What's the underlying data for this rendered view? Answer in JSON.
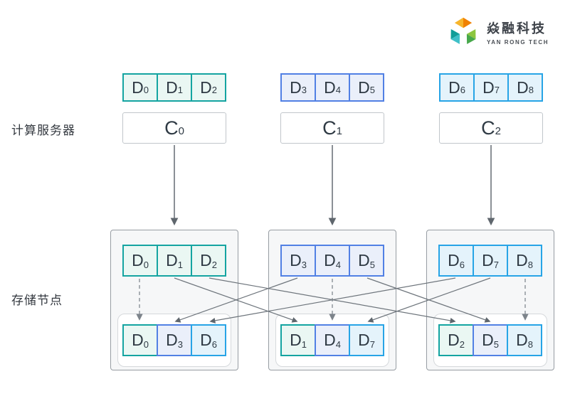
{
  "logo": {
    "title": "焱融科技",
    "subtitle": "YAN RONG TECH"
  },
  "labels": {
    "compute": "计算服务器",
    "storage": "存储节点"
  },
  "colors": {
    "teal": "#14a4a1",
    "teal_bg": "#eaf7f3",
    "blue": "#5180e4",
    "blue_bg": "#eaeffa",
    "cyan": "#27a4e6",
    "cyan_bg": "#e4f3fb",
    "arrow": "#6e757c",
    "dashed_arrow": "#8a9198",
    "node_bg": "#f6f7f8",
    "node_border": "#979da3"
  },
  "compute": [
    {
      "server": {
        "letter": "C",
        "sub": "0"
      },
      "blocks": [
        {
          "letter": "D",
          "sub": "0",
          "tone": "teal"
        },
        {
          "letter": "D",
          "sub": "1",
          "tone": "teal"
        },
        {
          "letter": "D",
          "sub": "2",
          "tone": "teal"
        }
      ]
    },
    {
      "server": {
        "letter": "C",
        "sub": "1"
      },
      "blocks": [
        {
          "letter": "D",
          "sub": "3",
          "tone": "blue"
        },
        {
          "letter": "D",
          "sub": "4",
          "tone": "blue"
        },
        {
          "letter": "D",
          "sub": "5",
          "tone": "blue"
        }
      ]
    },
    {
      "server": {
        "letter": "C",
        "sub": "2"
      },
      "blocks": [
        {
          "letter": "D",
          "sub": "6",
          "tone": "cyan"
        },
        {
          "letter": "D",
          "sub": "7",
          "tone": "cyan"
        },
        {
          "letter": "D",
          "sub": "8",
          "tone": "cyan"
        }
      ]
    }
  ],
  "storage": [
    {
      "top": [
        {
          "letter": "D",
          "sub": "0",
          "tone": "teal"
        },
        {
          "letter": "D",
          "sub": "1",
          "tone": "teal"
        },
        {
          "letter": "D",
          "sub": "2",
          "tone": "teal"
        }
      ],
      "bottom": [
        {
          "letter": "D",
          "sub": "0",
          "tone": "teal"
        },
        {
          "letter": "D",
          "sub": "3",
          "tone": "blue"
        },
        {
          "letter": "D",
          "sub": "6",
          "tone": "cyan"
        }
      ]
    },
    {
      "top": [
        {
          "letter": "D",
          "sub": "3",
          "tone": "blue"
        },
        {
          "letter": "D",
          "sub": "4",
          "tone": "blue"
        },
        {
          "letter": "D",
          "sub": "5",
          "tone": "blue"
        }
      ],
      "bottom": [
        {
          "letter": "D",
          "sub": "1",
          "tone": "teal"
        },
        {
          "letter": "D",
          "sub": "4",
          "tone": "blue"
        },
        {
          "letter": "D",
          "sub": "7",
          "tone": "cyan"
        }
      ]
    },
    {
      "top": [
        {
          "letter": "D",
          "sub": "6",
          "tone": "cyan"
        },
        {
          "letter": "D",
          "sub": "7",
          "tone": "cyan"
        },
        {
          "letter": "D",
          "sub": "8",
          "tone": "cyan"
        }
      ],
      "bottom": [
        {
          "letter": "D",
          "sub": "2",
          "tone": "teal"
        },
        {
          "letter": "D",
          "sub": "5",
          "tone": "blue"
        },
        {
          "letter": "D",
          "sub": "8",
          "tone": "cyan"
        }
      ]
    }
  ]
}
